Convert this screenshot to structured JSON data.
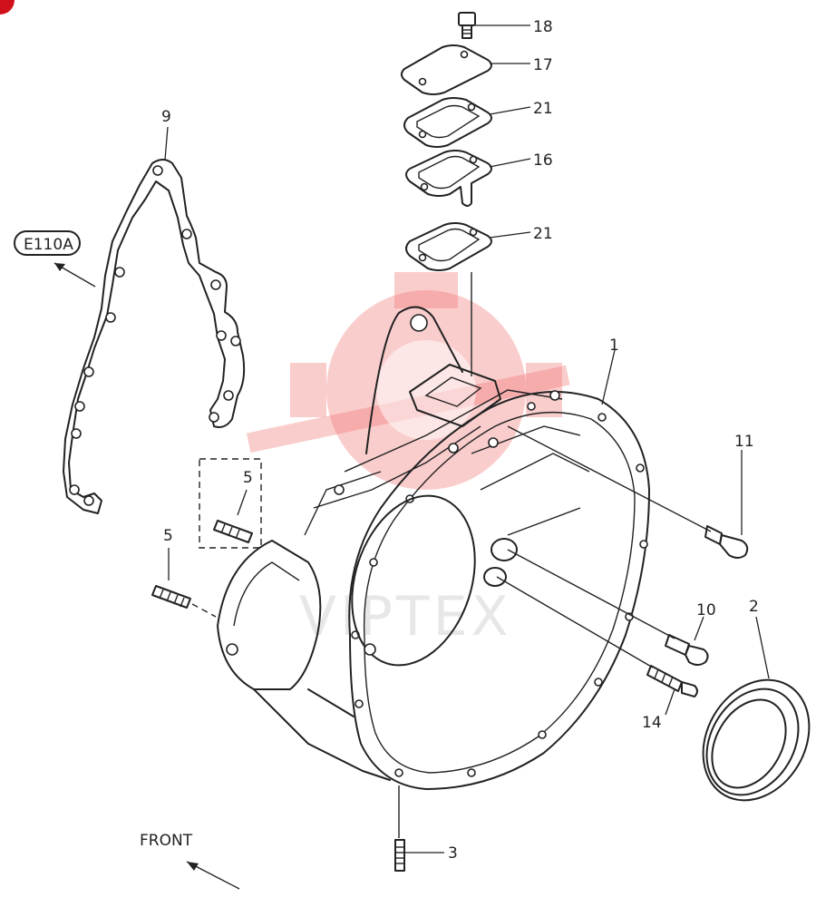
{
  "watermark_text": "VIPTEX",
  "accent_color": "#d0101a",
  "ref_tag": "E110A",
  "front_label": "FRONT",
  "callouts": {
    "c1": "1",
    "c2": "2",
    "c3": "3",
    "c5a": "5",
    "c5b": "5",
    "c9": "9",
    "c10": "10",
    "c11": "11",
    "c14": "14",
    "c16": "16",
    "c17": "17",
    "c18": "18",
    "c21a": "21",
    "c21b": "21"
  }
}
